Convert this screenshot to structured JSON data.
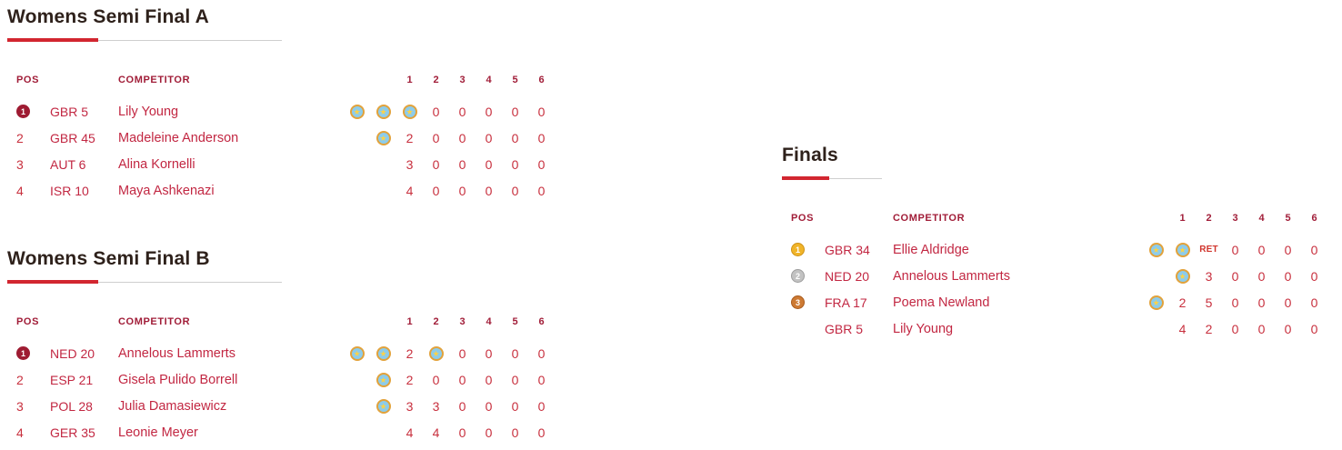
{
  "palette": {
    "accent_red": "#d22630",
    "text_red": "#c22742",
    "header_red": "#a11d38",
    "heading_dark": "#2e211b",
    "pos_badge": "#9e1b32",
    "gold": "#f0b429",
    "silver": "#c2c2c2",
    "bronze": "#cd7a33",
    "race_icon_ring": "#e2a23b",
    "race_icon_fill": "#8cccec",
    "divider_gray": "#cfcfcf"
  },
  "icons": {
    "race_win": "★"
  },
  "tables": [
    {
      "id": "womens-semi-final-a",
      "title": "Womens Semi Final A",
      "columns": {
        "pos": "POS",
        "competitor": "COMPETITOR",
        "races": [
          "1",
          "2",
          "3",
          "4",
          "5",
          "6"
        ]
      },
      "rows": [
        {
          "pos": "1",
          "pos_style": "badge",
          "country": "GBR 5",
          "name": "Lily Young",
          "pre_icons": 2,
          "cells": [
            "icon",
            "0",
            "0",
            "0",
            "0",
            "0"
          ]
        },
        {
          "pos": "2",
          "pos_style": "plain",
          "country": "GBR 45",
          "name": "Madeleine Anderson",
          "pre_icons": 1,
          "cells": [
            "2",
            "0",
            "0",
            "0",
            "0",
            "0"
          ]
        },
        {
          "pos": "3",
          "pos_style": "plain",
          "country": "AUT 6",
          "name": "Alina Kornelli",
          "pre_icons": 0,
          "cells": [
            "3",
            "0",
            "0",
            "0",
            "0",
            "0"
          ]
        },
        {
          "pos": "4",
          "pos_style": "plain",
          "country": "ISR 10",
          "name": "Maya Ashkenazi",
          "pre_icons": 0,
          "cells": [
            "4",
            "0",
            "0",
            "0",
            "0",
            "0"
          ]
        }
      ]
    },
    {
      "id": "womens-semi-final-b",
      "title": "Womens Semi Final B",
      "columns": {
        "pos": "POS",
        "competitor": "COMPETITOR",
        "races": [
          "1",
          "2",
          "3",
          "4",
          "5",
          "6"
        ]
      },
      "rows": [
        {
          "pos": "1",
          "pos_style": "badge",
          "country": "NED 20",
          "name": "Annelous Lammerts",
          "pre_icons": 2,
          "cells": [
            "2",
            "icon",
            "0",
            "0",
            "0",
            "0"
          ]
        },
        {
          "pos": "2",
          "pos_style": "plain",
          "country": "ESP 21",
          "name": "Gisela Pulido Borrell",
          "pre_icons": 1,
          "cells": [
            "2",
            "0",
            "0",
            "0",
            "0",
            "0"
          ]
        },
        {
          "pos": "3",
          "pos_style": "plain",
          "country": "POL 28",
          "name": "Julia Damasiewicz",
          "pre_icons": 1,
          "cells": [
            "3",
            "3",
            "0",
            "0",
            "0",
            "0"
          ]
        },
        {
          "pos": "4",
          "pos_style": "plain",
          "country": "GER 35",
          "name": "Leonie Meyer",
          "pre_icons": 0,
          "cells": [
            "4",
            "4",
            "0",
            "0",
            "0",
            "0"
          ]
        }
      ]
    },
    {
      "id": "finals",
      "title": "Finals",
      "columns": {
        "pos": "POS",
        "competitor": "COMPETITOR",
        "races": [
          "1",
          "2",
          "3",
          "4",
          "5",
          "6"
        ]
      },
      "rows": [
        {
          "pos": "1",
          "pos_style": "gold",
          "country": "GBR 34",
          "name": "Ellie Aldridge",
          "pre_icons": 1,
          "cells": [
            "icon",
            "RET",
            "0",
            "0",
            "0",
            "0"
          ]
        },
        {
          "pos": "2",
          "pos_style": "silver",
          "country": "NED 20",
          "name": "Annelous Lammerts",
          "pre_icons": 0,
          "cells": [
            "icon",
            "3",
            "0",
            "0",
            "0",
            "0"
          ]
        },
        {
          "pos": "3",
          "pos_style": "bronze",
          "country": "FRA 17",
          "name": "Poema Newland",
          "pre_icons": 1,
          "cells": [
            "2",
            "5",
            "0",
            "0",
            "0",
            "0"
          ]
        },
        {
          "pos": "",
          "pos_style": "none",
          "country": "GBR 5",
          "name": "Lily Young",
          "pre_icons": 0,
          "cells": [
            "4",
            "2",
            "0",
            "0",
            "0",
            "0"
          ]
        }
      ]
    }
  ]
}
